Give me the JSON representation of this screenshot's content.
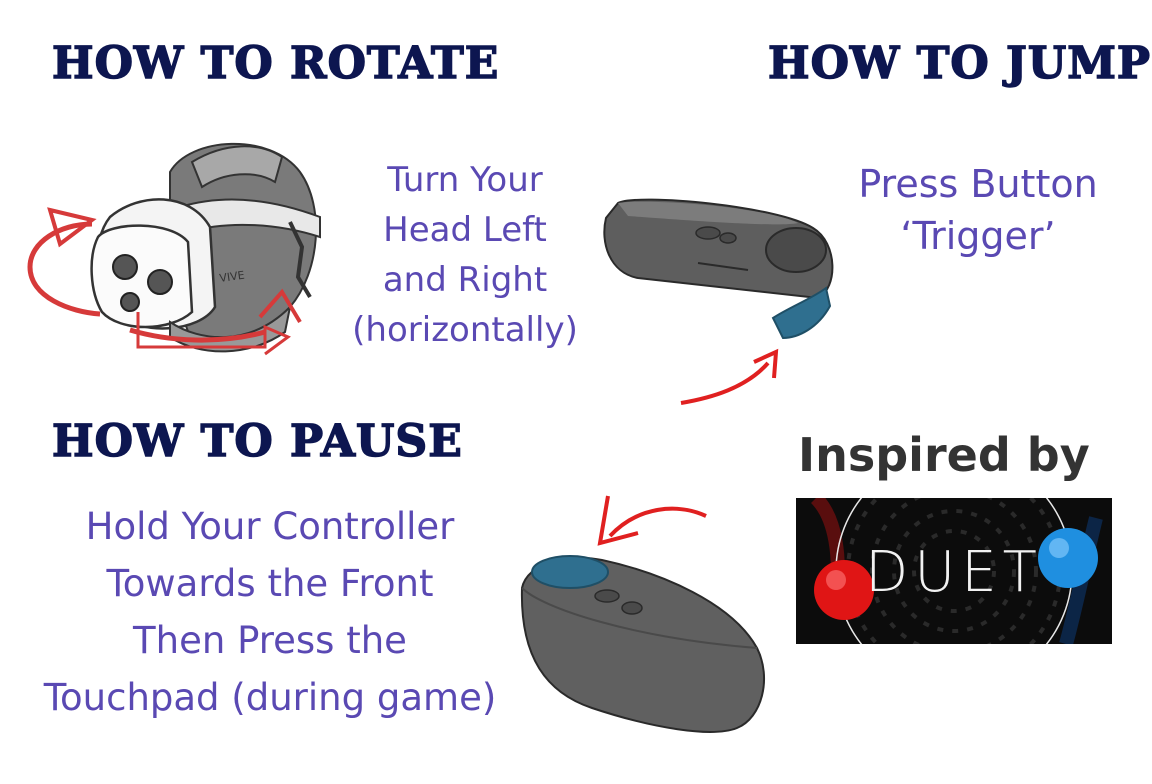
{
  "rotate": {
    "heading": "HOW TO ROTATE",
    "instruction": "Turn Your\nHead Left\nand Right\n(horizontally)",
    "headset_brand": "VIVE"
  },
  "jump": {
    "heading": "HOW TO JUMP",
    "instruction": "Press Button\n‘Trigger’"
  },
  "pause": {
    "heading": "HOW TO PAUSE",
    "instruction": "Hold Your Controller\nTowards the Front\nThen Press the\nTouchpad (during game)"
  },
  "inspired": {
    "label": "Inspired by",
    "logo_text": "DUET"
  },
  "colors": {
    "heading": "#0d1650",
    "instruction": "#5a49b3",
    "arrow": "#e02020",
    "highlight": "#2f6f8f",
    "controller": "#5a5a5a"
  },
  "icons": [
    "headset-icon",
    "controller-icon",
    "curved-arrow-icon",
    "duet-logo"
  ]
}
